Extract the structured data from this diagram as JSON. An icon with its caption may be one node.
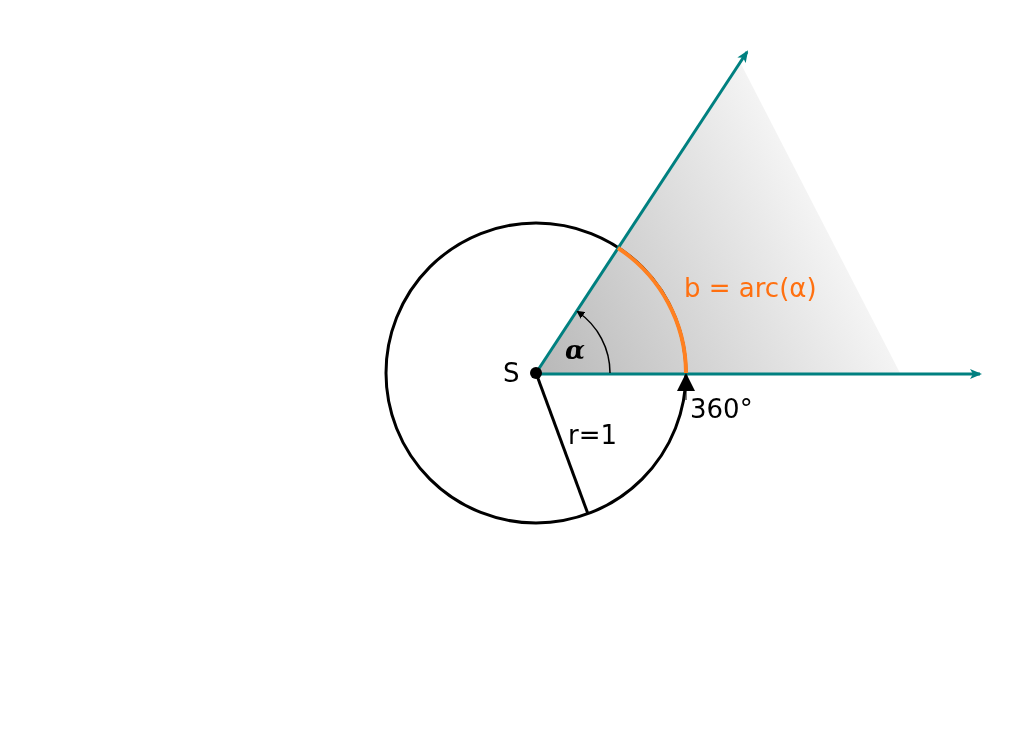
{
  "diagram": {
    "labels": [
      "S",
      "α",
      "b = arc(α)",
      "r=1",
      "360°"
    ]
  }
}
